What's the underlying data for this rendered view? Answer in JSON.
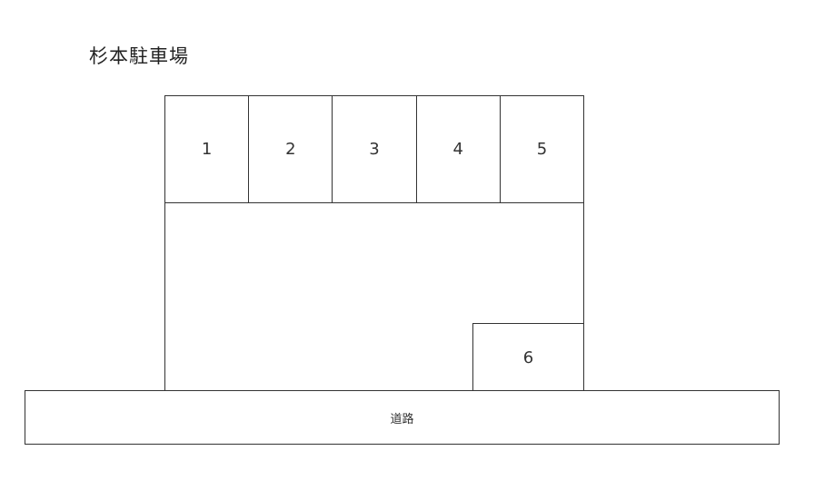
{
  "title": "杉本駐車場",
  "parking_lot": {
    "stalls_top_row": [
      {
        "number": "1"
      },
      {
        "number": "2"
      },
      {
        "number": "3"
      },
      {
        "number": "4"
      },
      {
        "number": "5"
      }
    ],
    "stall_bottom": {
      "number": "6"
    }
  },
  "road": {
    "label": "道路"
  }
}
